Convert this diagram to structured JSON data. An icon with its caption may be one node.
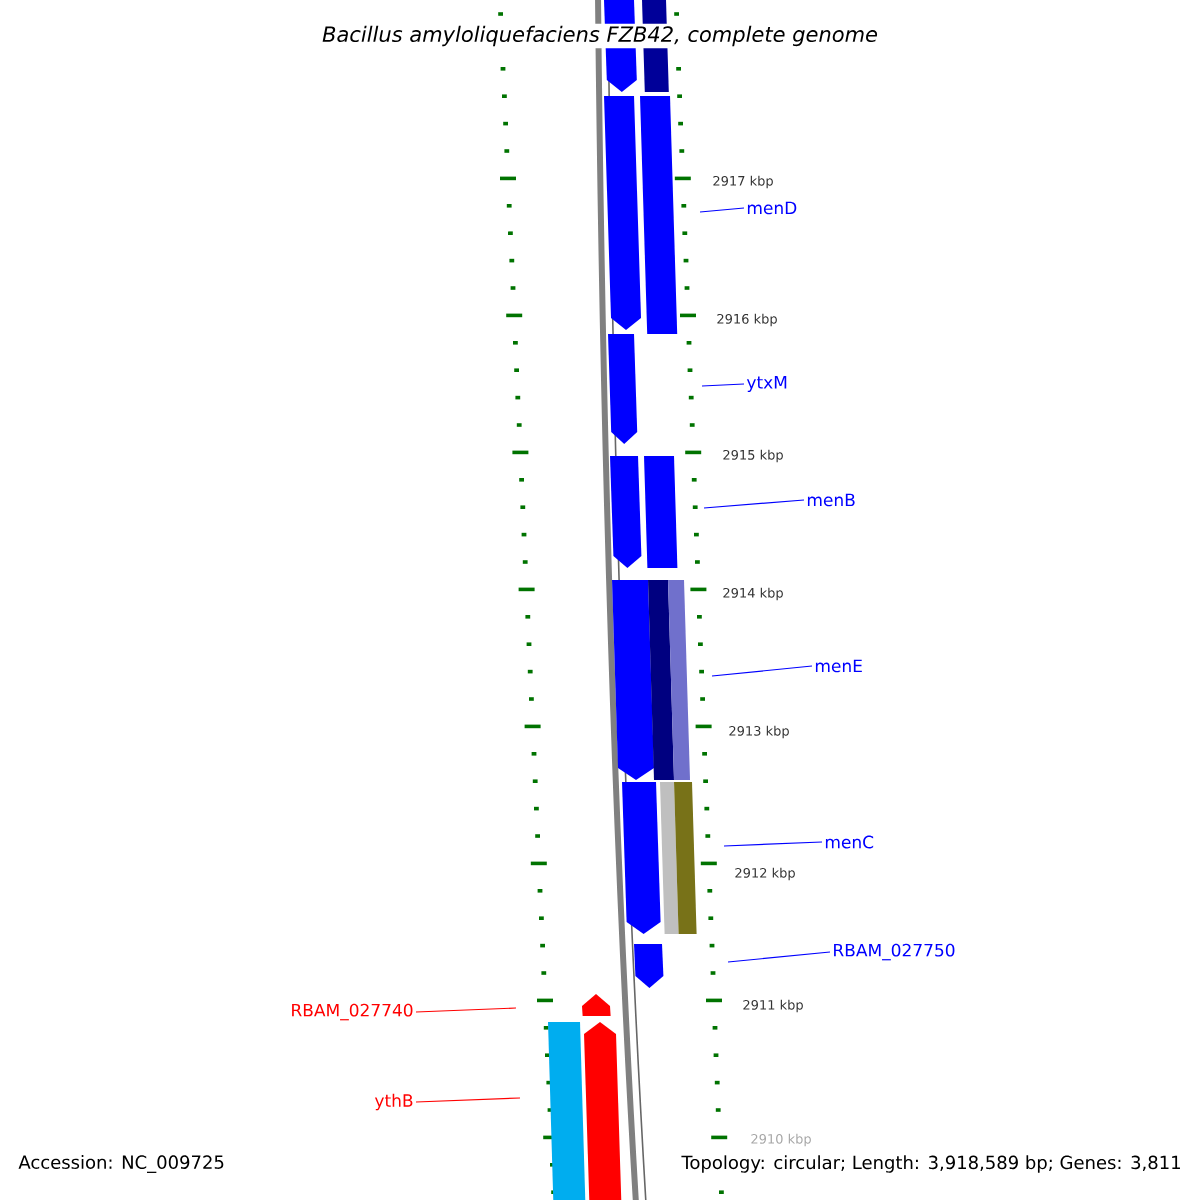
{
  "diagram": {
    "title": "*Bacillus amyloliquefaciens FZB42, complete genome*",
    "nodes": [
      {
        "text": [
          "menD"
        ]
      },
      {
        "text": [
          "ytxM"
        ]
      },
      {
        "text": [
          "menB"
        ]
      },
      {
        "text": [
          "menE"
        ]
      },
      {
        "text": [
          "menC"
        ]
      },
      {
        "text": [
          "RBAM_027750"
        ]
      },
      {
        "text": [
          "RBAM_027740"
        ]
      },
      {
        "text": [
          "ythB"
        ]
      }
    ],
    "edges": [
      {
        "from": 0,
        "to": null,
        "arrow": "none"
      },
      {
        "from": 1,
        "to": null,
        "arrow": "none"
      },
      {
        "from": 2,
        "to": null,
        "arrow": "none"
      },
      {
        "from": 3,
        "to": null,
        "arrow": "none"
      },
      {
        "from": 4,
        "to": null,
        "arrow": "none"
      },
      {
        "from": 5,
        "to": null,
        "arrow": "none"
      },
      {
        "from": 6,
        "to": null,
        "arrow": "none",
        "color": "#ff0000"
      },
      {
        "from": 7,
        "to": null,
        "arrow": "none",
        "color": "#ff0000"
      }
    ],
    "labels": [
      "2917 kbp",
      "2916 kbp",
      "2915 kbp",
      "2914 kbp",
      "2913 kbp",
      "2912 kbp",
      "2911 kbp",
      "2910 kbp",
      "Accession: NC_009725",
      "Topology: circular; Length: 3,918,589 bp; Genes: 3,811"
    ]
  }
}
